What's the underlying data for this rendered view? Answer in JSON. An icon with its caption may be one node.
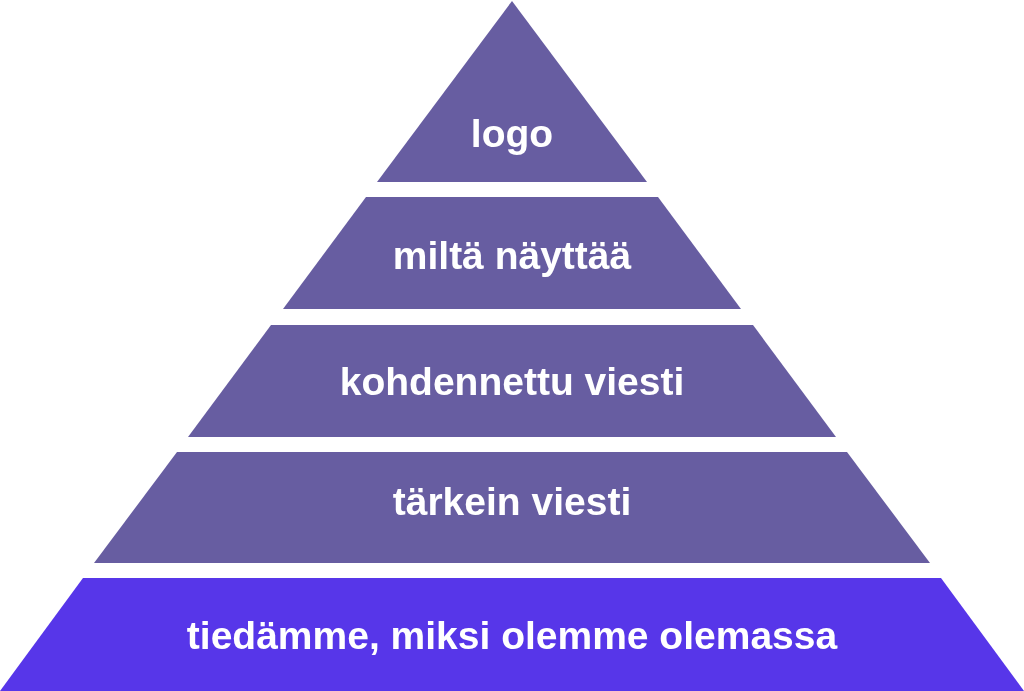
{
  "diagram": {
    "nodes": [
      {
        "text": [
          "logo"
        ]
      },
      {
        "text": [
          "miltä näyttää"
        ]
      },
      {
        "text": [
          "kohdennettu viesti"
        ]
      },
      {
        "text": [
          "tärkein viesti"
        ]
      },
      {
        "text": [
          "tiedämme, miksi olemme olemassa"
        ]
      }
    ]
  }
}
